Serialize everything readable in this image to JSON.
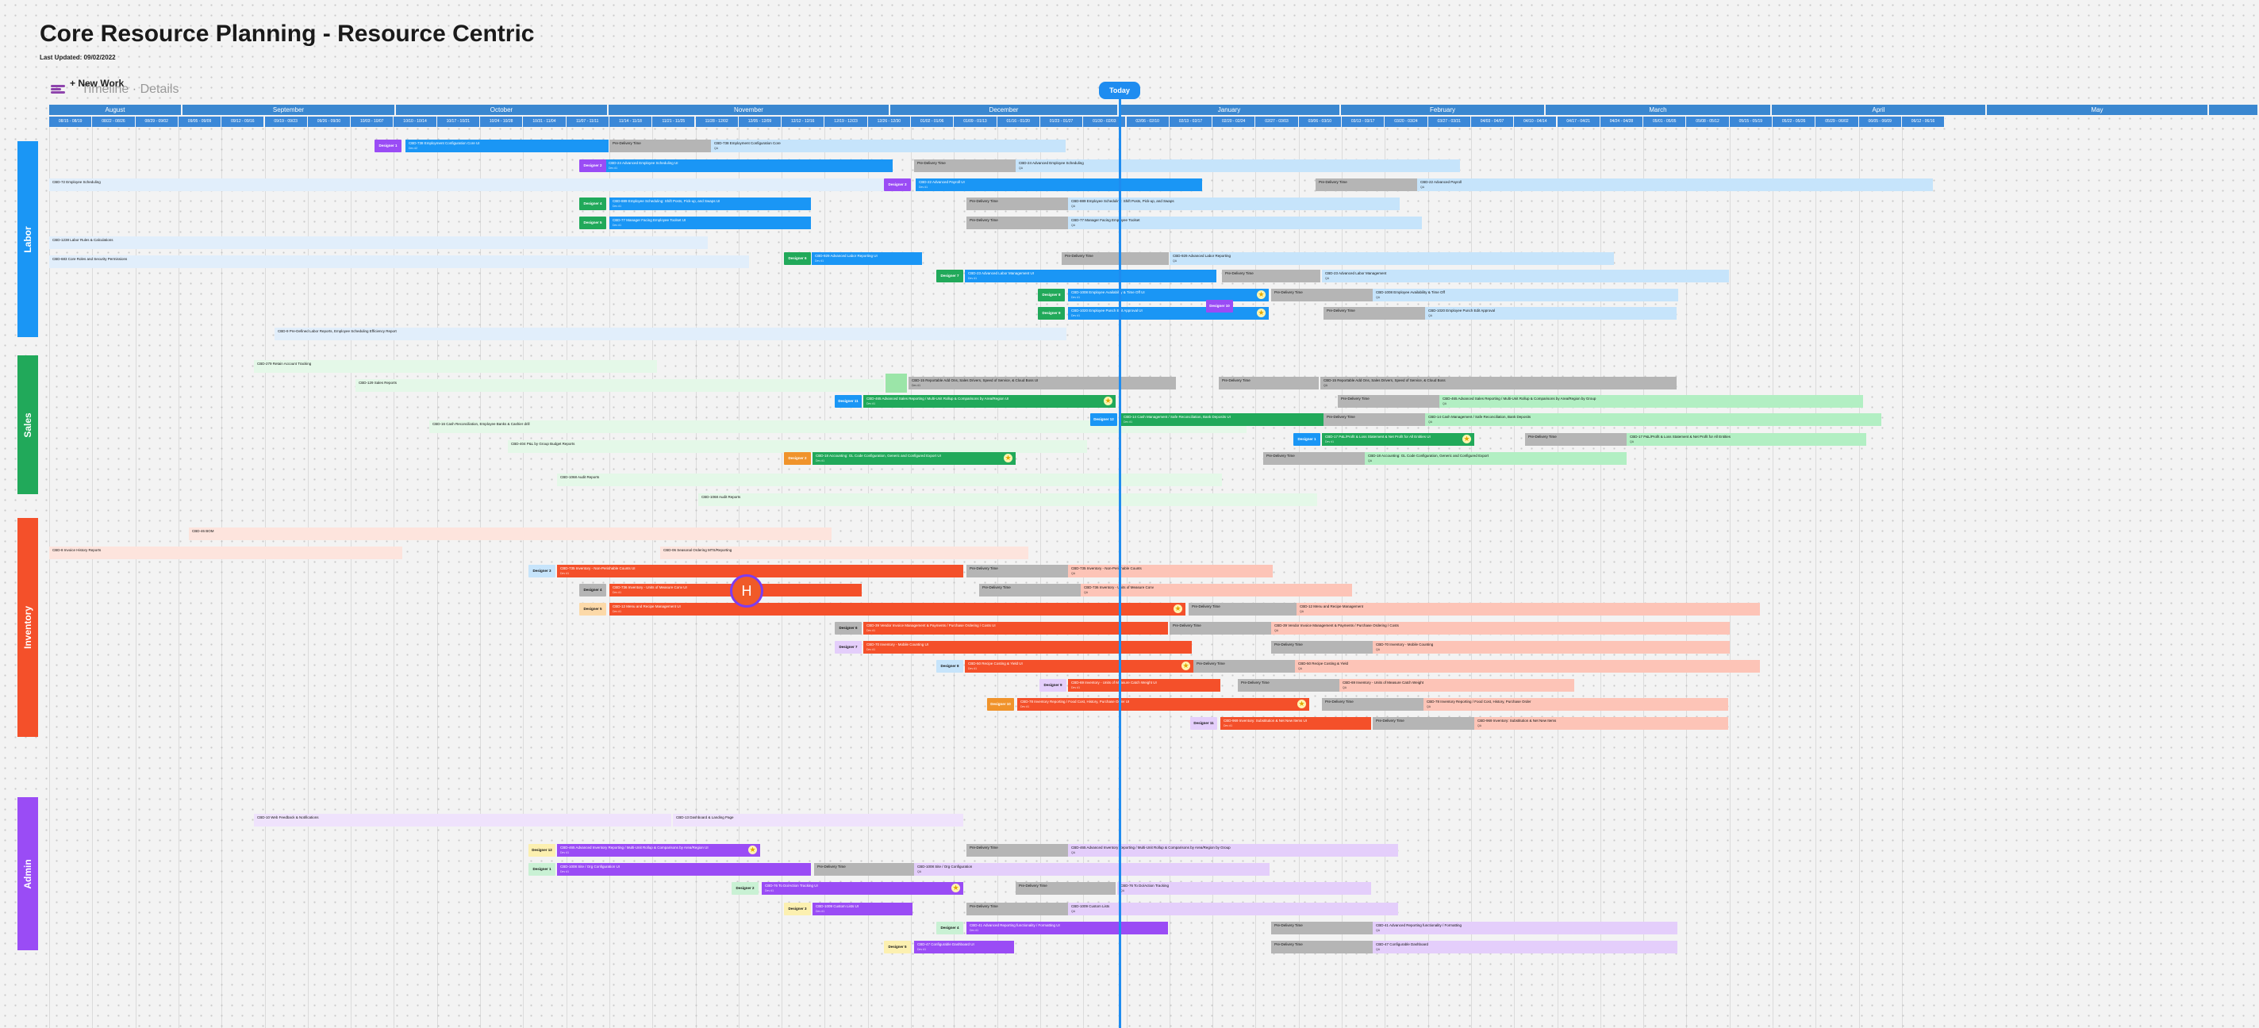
{
  "title": "Core Resource Planning - Resource Centric",
  "updated": "Last Updated: 09/02/2022",
  "view": {
    "new_work": "+ New Work",
    "timeline": "Timeline",
    "separator": "·",
    "details": "Details"
  },
  "today": "Today",
  "avatar": "H",
  "months": [
    "August",
    "September",
    "October",
    "November",
    "December",
    "January",
    "February",
    "March",
    "April",
    "May",
    ""
  ],
  "weeks": [
    "08/15 - 08/19",
    "08/22 - 08/26",
    "08/29 - 09/02",
    "09/05 - 09/09",
    "09/12 - 09/16",
    "09/19 - 09/23",
    "09/26 - 09/30",
    "10/03 - 10/07",
    "10/10 - 10/14",
    "10/17 - 10/21",
    "10/24 - 10/28",
    "10/31 - 11/04",
    "11/07 - 11/11",
    "11/14 - 11/18",
    "11/21 - 11/25",
    "11/28 - 12/02",
    "12/05 - 12/09",
    "12/12 - 12/16",
    "12/19 - 12/23",
    "12/26 - 12/30",
    "01/02 - 01/06",
    "01/09 - 01/13",
    "01/16 - 01/20",
    "01/23 - 01/27",
    "01/30 - 02/03",
    "02/06 - 02/10",
    "02/13 - 02/17",
    "02/20 - 02/24",
    "02/27 - 03/03",
    "03/06 - 03/10",
    "03/13 - 03/17",
    "03/20 - 03/24",
    "03/27 - 03/31",
    "04/03 - 04/07",
    "04/10 - 04/14",
    "04/17 - 04/21",
    "04/24 - 04/28",
    "05/01 - 05/05",
    "05/08 - 05/12",
    "05/15 - 05/19",
    "05/22 - 05/26",
    "05/29 - 06/02",
    "06/05 - 06/09",
    "06/12 - 06/16"
  ],
  "categories": [
    {
      "label": "Labor",
      "color": "#1a96f5"
    },
    {
      "label": "Sales",
      "color": "#21a95a"
    },
    {
      "label": "Inventory",
      "color": "#f4502a"
    },
    {
      "label": "Admin",
      "color": "#9a4cf5"
    }
  ],
  "colors": {
    "blue": "#1a96f5",
    "blue_light": "#c6e4fb",
    "blue_faint": "#e1eefb",
    "green": "#21a95a",
    "green_light": "#b2efc3",
    "green_faint": "#e4f8e8",
    "red": "#f4502a",
    "red_light": "#fdc4b7",
    "red_faint": "#fde4dd",
    "purple": "#9a4cf5",
    "purple_light": "#e4cefb",
    "purple_faint": "#efe2fc",
    "gray": "#b5b5b5"
  },
  "tasks": [
    {
      "text": "CBD-738 Employment Configuration Core UI",
      "sub": "Dev #2"
    },
    {
      "text": "Pre-Delivery Time",
      "sub": ""
    },
    {
      "text": "CBD-738 Employment Configuration Core",
      "sub": "QA"
    },
    {
      "text": "CBD-24 Advanced Employee Scheduling UI",
      "sub": "Dev #1"
    },
    {
      "text": "Pre-Delivery Time",
      "sub": ""
    },
    {
      "text": "CBD-24 Advanced Employee Scheduling",
      "sub": "QA"
    },
    {
      "text": "CBD-72 Employee Scheduling",
      "sub": ""
    },
    {
      "text": "CBD-22 Advanced Payroll UI",
      "sub": "Dev #1"
    },
    {
      "text": "Pre-Delivery Time",
      "sub": ""
    },
    {
      "text": "CBD-22 Advanced Payroll",
      "sub": "QA"
    },
    {
      "text": "CBD-889 Employee Scheduling: Shift Posts, Pick-up, and Swaps UI",
      "sub": "Dev #1"
    },
    {
      "text": "Pre-Delivery Time",
      "sub": ""
    },
    {
      "text": "CBD-889 Employee Scheduling: Shift Posts, Pick-up, and Swaps",
      "sub": "QA"
    },
    {
      "text": "CBD-77 Manager Facing Employee Toolset UI",
      "sub": "Dev #1"
    },
    {
      "text": "Pre-Delivery Time",
      "sub": ""
    },
    {
      "text": "CBD-77 Manager Facing Employee Toolset",
      "sub": "QA"
    },
    {
      "text": "CBD-1238 Labor Rules & Calculations",
      "sub": ""
    },
    {
      "text": "CBD-683 Core Roles and Security Permissions",
      "sub": ""
    },
    {
      "text": "CBD-929 Advanced Labor Reporting UI",
      "sub": "Dev #1"
    },
    {
      "text": "Pre-Delivery Time",
      "sub": ""
    },
    {
      "text": "CBD-929 Advanced Labor Reporting",
      "sub": "QA"
    },
    {
      "text": "CBD-23 Advanced Labor Management UI",
      "sub": "Dev #1"
    },
    {
      "text": "Pre-Delivery Time",
      "sub": ""
    },
    {
      "text": "CBD-23 Advanced Labor Management",
      "sub": "QA"
    },
    {
      "text": "CBD-1008 Employee Availability & Time Off UI",
      "sub": "Dev #1"
    },
    {
      "text": "Pre-Delivery Time",
      "sub": ""
    },
    {
      "text": "CBD-1008 Employee Availability & Time Off",
      "sub": "QA"
    },
    {
      "text": "CBD-1020 Employee Punch Edit Approval UI",
      "sub": "Dev #1"
    },
    {
      "text": "Pre-Delivery Time",
      "sub": ""
    },
    {
      "text": "CBD-1020 Employee Punch Edit Approval",
      "sub": "QA"
    },
    {
      "text": "CBD-9 Pre-Defined Labor Reports, Employee Scheduling Efficiency Report",
      "sub": ""
    },
    {
      "text": "CBD-279 Retain Account Tracking",
      "sub": ""
    },
    {
      "text": "CBD-129 Sales Reports",
      "sub": ""
    },
    {
      "text": "CBD-15 Reportable Add Ons, Sales Drivers, Speed of Service, & Cloud Boss UI",
      "sub": "Dev #1"
    },
    {
      "text": "Pre-Delivery Time",
      "sub": ""
    },
    {
      "text": "CBD-15 Reportable Add Ons, Sales Drivers, Speed of Service, & Cloud Boss",
      "sub": "QA"
    },
    {
      "text": "CBD-465 Advanced Sales Reporting / Multi-Unit Rollup & Comparisons by Area/Region UI",
      "sub": "Dev #1"
    },
    {
      "text": "Pre-Delivery Time",
      "sub": ""
    },
    {
      "text": "CBD-465 Advanced Sales Reporting / Multi-Unit Rollup & Comparisons by Area/Region by Group",
      "sub": "QA"
    },
    {
      "text": "CBD-16 Cash Reconciliation, Employee Banks & Cashier drill",
      "sub": ""
    },
    {
      "text": "CBD-14 Cash Management / Safe Reconciliation, Bank Deposits UI",
      "sub": "Dev #1"
    },
    {
      "text": "Pre-Delivery Time",
      "sub": ""
    },
    {
      "text": "CBD-14 Cash Management / Safe Reconciliation, Bank Deposits",
      "sub": "QA"
    },
    {
      "text": "CBD-404 P&L by Group Budget Reports",
      "sub": ""
    },
    {
      "text": "CBD-17 P&L/Profit & Loss Statement & Net Profit for All Entities UI",
      "sub": "Dev #1"
    },
    {
      "text": "Pre-Delivery Time",
      "sub": ""
    },
    {
      "text": "CBD-17 P&L/Profit & Loss Statement & Net Profit for All Entities",
      "sub": "QA"
    },
    {
      "text": "CBD-18 Accounting: GL Code Configuration, Generic and Configured Export UI",
      "sub": "Dev #1"
    },
    {
      "text": "Pre-Delivery Time",
      "sub": ""
    },
    {
      "text": "CBD-18 Accounting: GL Code Configuration, Generic and Configured Export",
      "sub": "QA"
    },
    {
      "text": "CBD-1068 Audit Reports",
      "sub": ""
    },
    {
      "text": "CBD-1068 Audit Reports",
      "sub": ""
    },
    {
      "text": "CBD-46 BOM",
      "sub": ""
    },
    {
      "text": "CBD-8 Invoice History Reports",
      "sub": ""
    },
    {
      "text": "CBD-06 Seasonal Ordering MTS/Reporting",
      "sub": ""
    },
    {
      "text": "CBD-735 Inventory - Non-Perishable Counts UI",
      "sub": "Dev #1"
    },
    {
      "text": "Pre-Delivery Time",
      "sub": ""
    },
    {
      "text": "CBD-735 Inventory - Non-Perishable Counts",
      "sub": "QA"
    },
    {
      "text": "CBD-736 Inventory - Units of Measure Conv UI",
      "sub": "Dev #1"
    },
    {
      "text": "Pre-Delivery Time",
      "sub": ""
    },
    {
      "text": "CBD-736 Inventory - Units of Measure Conv",
      "sub": "QA"
    },
    {
      "text": "CBD-12 Menu and Recipe Management UI",
      "sub": "Dev #1"
    },
    {
      "text": "Pre-Delivery Time",
      "sub": ""
    },
    {
      "text": "CBD-12 Menu and Recipe Management",
      "sub": "QA"
    },
    {
      "text": "CBD-39 Vendor Invoice Management & Payments / Purchase Ordering / Costs UI",
      "sub": "Dev #1"
    },
    {
      "text": "Pre-Delivery Time",
      "sub": ""
    },
    {
      "text": "CBD-39 Vendor Invoice Management & Payments / Purchase Ordering / Costs",
      "sub": "QA"
    },
    {
      "text": "CBD-70 Inventory - Mobile Counting UI",
      "sub": "Dev #1"
    },
    {
      "text": "Pre-Delivery Time",
      "sub": ""
    },
    {
      "text": "CBD-70 Inventory - Mobile Counting",
      "sub": "QA"
    },
    {
      "text": "CBD-50 Recipe Costing & Yield UI",
      "sub": "Dev #1"
    },
    {
      "text": "Pre-Delivery Time",
      "sub": ""
    },
    {
      "text": "CBD-50 Recipe Costing & Yield",
      "sub": "QA"
    },
    {
      "text": "CBD-69 Inventory - Units of Measure Catch Weight UI",
      "sub": "Dev #1"
    },
    {
      "text": "Pre-Delivery Time",
      "sub": ""
    },
    {
      "text": "CBD-69 Inventory - Units of Measure Catch Weight",
      "sub": "QA"
    },
    {
      "text": "CBD-78 Inventory Reporting / Food Cost, History, Purchase Order UI",
      "sub": "Dev #1"
    },
    {
      "text": "Pre-Delivery Time",
      "sub": ""
    },
    {
      "text": "CBD-78 Inventory Reporting / Food Cost, History, Purchase Order",
      "sub": "QA"
    },
    {
      "text": "CBD-969 Inventory: Substitution & Net New Items UI",
      "sub": "Dev #1"
    },
    {
      "text": "Pre-Delivery Time",
      "sub": ""
    },
    {
      "text": "CBD-969 Inventory: Substitution & Net New Items",
      "sub": "QA"
    },
    {
      "text": "CBD-10 Web Feedback & Notifications",
      "sub": ""
    },
    {
      "text": "CBD-13 Dashboard & Landing Page",
      "sub": ""
    },
    {
      "text": "CBD-465 Advanced Inventory Reporting / Multi-Unit Rollup & Comparisons by Area/Region UI",
      "sub": "Dev #1"
    },
    {
      "text": "Pre-Delivery Time",
      "sub": ""
    },
    {
      "text": "CBD-465 Advanced Inventory Reporting / Multi-Unit Rollup & Comparisons by Area/Region by Group",
      "sub": "QA"
    },
    {
      "text": "CBD-1008 Site / Org Configuration UI",
      "sub": "Dev #1"
    },
    {
      "text": "Pre-Delivery Time",
      "sub": ""
    },
    {
      "text": "CBD-1008 Site / Org Configuration",
      "sub": "QA"
    },
    {
      "text": "CBD-76 To Do/Action Tracking UI",
      "sub": "Dev #1"
    },
    {
      "text": "Pre-Delivery Time",
      "sub": ""
    },
    {
      "text": "CBD-76 To Do/Action Tracking",
      "sub": "QA"
    },
    {
      "text": "CBD-1009 Custom Lists UI",
      "sub": "Dev #1"
    },
    {
      "text": "Pre-Delivery Time",
      "sub": ""
    },
    {
      "text": "CBD-1009 Custom Lists",
      "sub": "QA"
    },
    {
      "text": "CBD-41 Advanced Reporting functionality / Formatting UI",
      "sub": "Dev #1"
    },
    {
      "text": "Pre-Delivery Time",
      "sub": ""
    },
    {
      "text": "CBD-41 Advanced Reporting functionality / Formatting",
      "sub": "QA"
    },
    {
      "text": "CBD-47 Configurable Dashboard UI",
      "sub": "Dev #1"
    },
    {
      "text": "Pre-Delivery Time",
      "sub": ""
    },
    {
      "text": "CBD-47 Configurable Dashboard",
      "sub": "QA"
    }
  ],
  "tags": [
    "Designer 1",
    "Designer 2",
    "Designer 3",
    "Designer 4",
    "Designer 5",
    "Designer 6",
    "Designer 7",
    "Designer 8",
    "Designer 9",
    "Designer 10",
    "Designer 11",
    "Designer 12"
  ]
}
